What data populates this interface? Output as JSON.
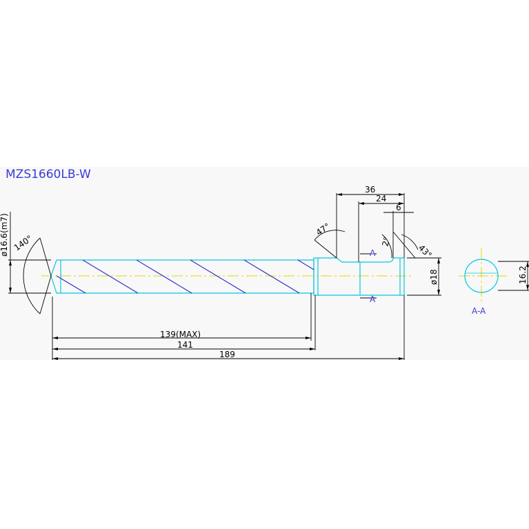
{
  "drawing": {
    "part_number": "MZS1660LB-W",
    "dimensions": {
      "len_139": "139(MAX)",
      "len_141": "141",
      "len_189": "189",
      "len_36": "36",
      "len_24": "24",
      "len_6": "6",
      "dia_shank": "ø18",
      "dia_tip": "ø16.6(m7)",
      "flat": "16.2"
    },
    "angles": {
      "point": "140°",
      "relief": "47°",
      "flat_taper": "2°",
      "chamfer": "43°"
    },
    "section": {
      "marker": "A",
      "label": "A-A"
    },
    "colors": {
      "outline": "#00c8e0",
      "flute": "#2a2ad0",
      "centerline": "#e8d400",
      "dimension": "#000000",
      "text_blue": "#3a3ad8"
    }
  }
}
